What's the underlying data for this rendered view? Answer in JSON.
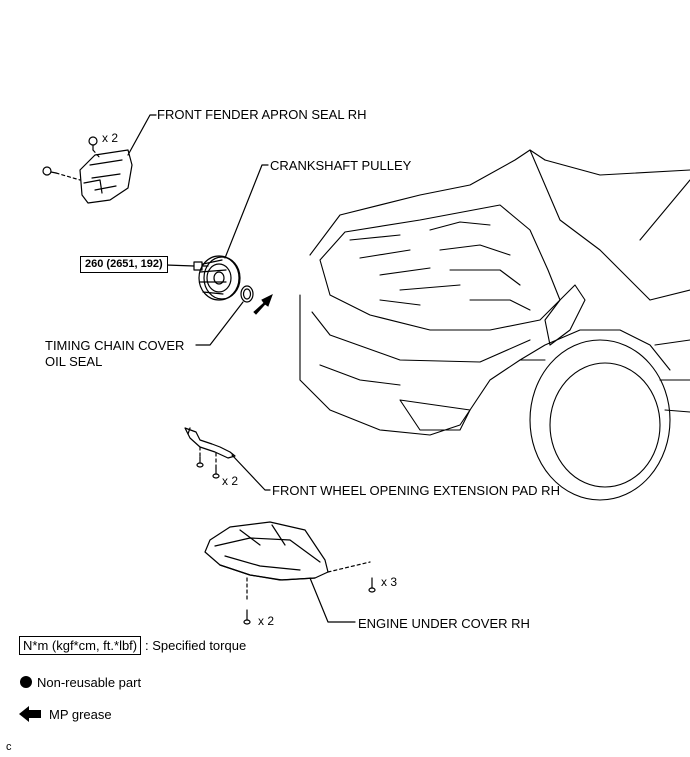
{
  "labels": {
    "apron_seal": "FRONT FENDER APRON SEAL RH",
    "apron_qty": "x 2",
    "crank_pulley": "CRANKSHAFT PULLEY",
    "torque": "260 (2651, 192)",
    "oil_seal_line1": "TIMING CHAIN COVER",
    "oil_seal_line2": "OIL SEAL",
    "pad": "FRONT WHEEL OPENING EXTENSION PAD RH",
    "pad_qty": "x 2",
    "under_cover": "ENGINE UNDER COVER RH",
    "under_qty_3": "x 3",
    "under_qty_2": "x 2"
  },
  "legend": {
    "torque_unit": "N*m (kgf*cm, ft.*lbf)",
    "torque_desc": ": Specified torque",
    "nonreusable": "Non-reusable part",
    "grease": "MP grease"
  },
  "footer": {
    "code": "c"
  }
}
